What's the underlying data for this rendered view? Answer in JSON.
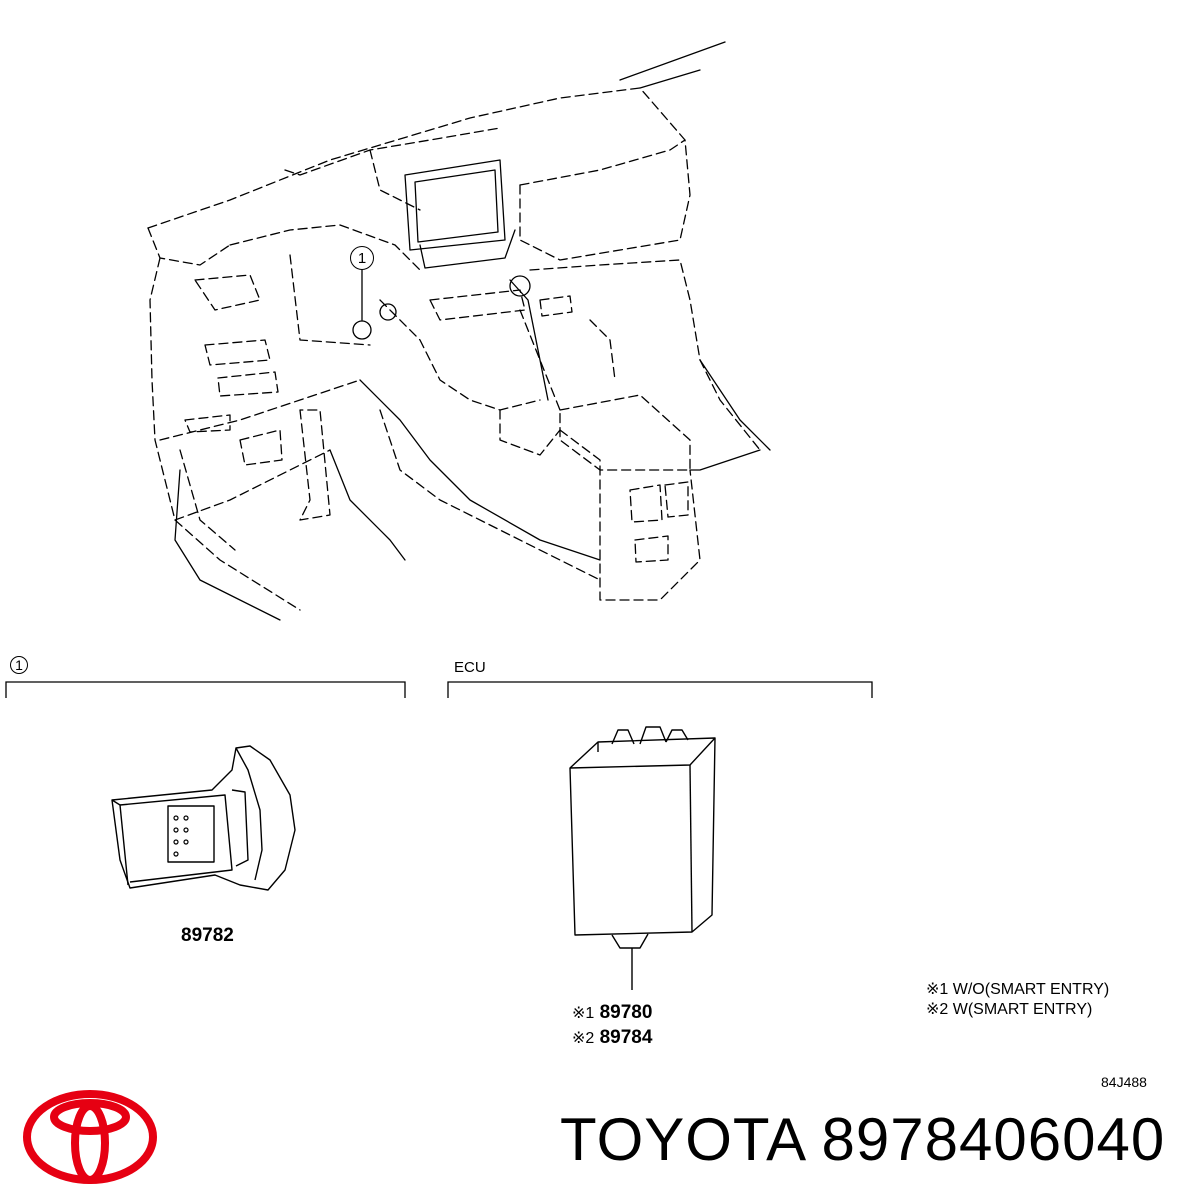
{
  "diagram": {
    "callout_number": "1",
    "section_1": {
      "number": "1"
    },
    "section_ecu": {
      "title": "ECU"
    },
    "parts": {
      "switch": {
        "number": "89782"
      },
      "ecu_a": {
        "marker": "※1",
        "number": "89780"
      },
      "ecu_b": {
        "marker": "※2",
        "number": "89784"
      }
    },
    "notes": [
      "※1 W/O(SMART ENTRY)",
      "※2 W(SMART ENTRY)"
    ],
    "illustration_code": "84J488"
  },
  "footer": {
    "brand_text": "TOYOTA 8978406040",
    "logo": {
      "icon": "toyota-logo",
      "color": "#e60012"
    }
  }
}
